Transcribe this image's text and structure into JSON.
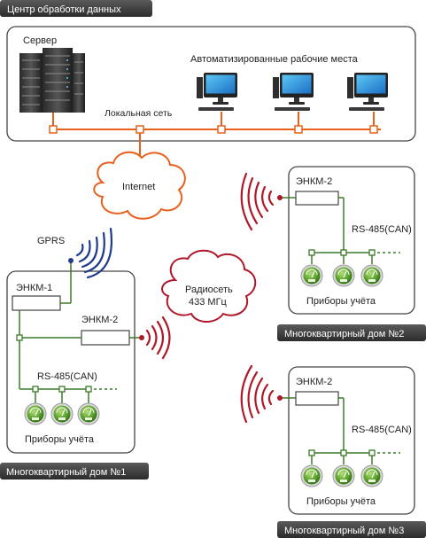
{
  "data_center": {
    "title": "Центр обработки данных",
    "server_label": "Сервер",
    "workstations_label": "Автоматизированные рабочие места",
    "lan_label": "Локальная сеть"
  },
  "internet": {
    "label": "Internet"
  },
  "radio_cloud": {
    "line1": "Радиосеть",
    "line2": "433 МГц"
  },
  "building1": {
    "title": "Многоквартирный дом №1",
    "gprs_label": "GPRS",
    "enkm1_label": "ЭНКМ-1",
    "enkm2_label": "ЭНКМ-2",
    "bus_label": "RS-485(CAN)",
    "meters_label": "Приборы учёта"
  },
  "building2": {
    "title": "Многоквартирный дом №2",
    "enkm2_label": "ЭНКМ-2",
    "bus_label": "RS-485(CAN)",
    "meters_label": "Приборы учёта"
  },
  "building3": {
    "title": "Многоквартирный дом №3",
    "enkm2_label": "ЭНКМ-2",
    "bus_label": "RS-485(CAN)",
    "meters_label": "Приборы учёта"
  },
  "colors": {
    "lan": "#e8601c",
    "bus": "#3c7a2a",
    "gprs_wave": "#1f3c8c",
    "radio_wave": "#b0182a",
    "title_bg": "#3d3d3d",
    "box_border": "#444444"
  },
  "icons": {
    "server": "server-rack-icon",
    "workstation": "desktop-computer-icon",
    "meter": "utility-meter-icon"
  }
}
